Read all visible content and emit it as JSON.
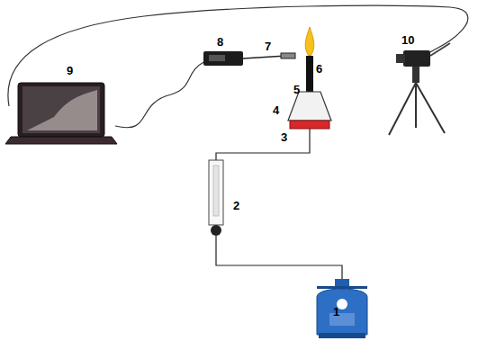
{
  "diagram": {
    "labels": [
      "10",
      "8",
      "7",
      "9",
      "6",
      "5",
      "4",
      "3",
      "2",
      "1"
    ]
  }
}
